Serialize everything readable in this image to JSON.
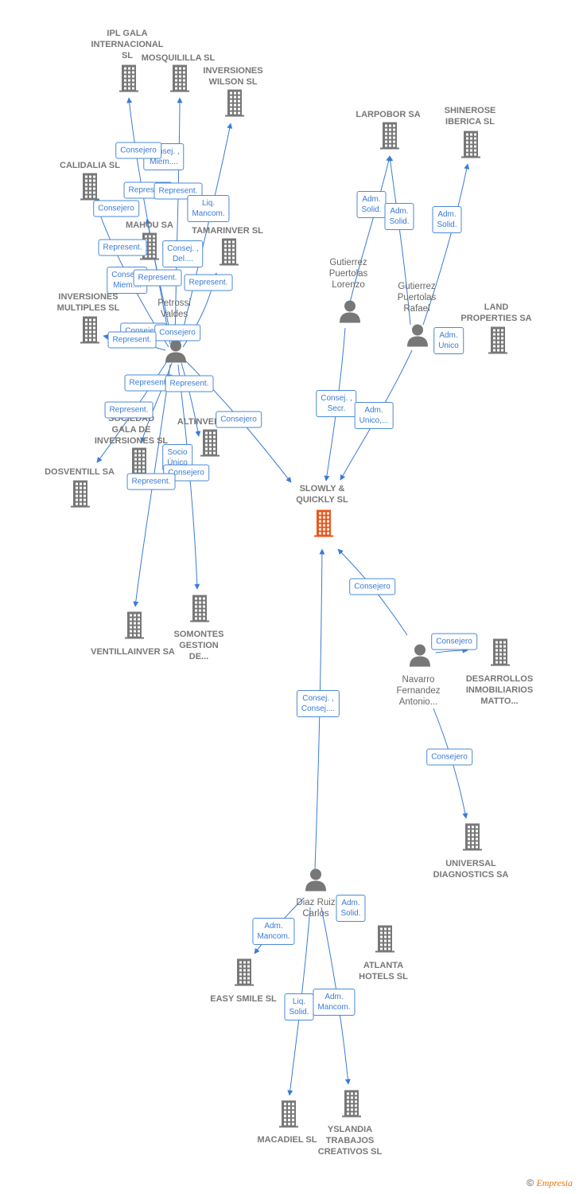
{
  "colors": {
    "edge": "#3a7bd5",
    "company": "#777777",
    "focus_company": "#e8571c",
    "person": "#777777"
  },
  "companies": [
    {
      "id": "ipl",
      "label": "IPL GALA\nINTERNACIONAL\nSL",
      "icon": "building-icon"
    },
    {
      "id": "mosquililla",
      "label": "MOSQUILILLA SL",
      "icon": "building-icon"
    },
    {
      "id": "wilson",
      "label": "INVERSIONES\nWILSON  SL",
      "icon": "building-icon"
    },
    {
      "id": "calidalia",
      "label": "CALIDALIA SL",
      "icon": "building-icon"
    },
    {
      "id": "mahou",
      "label": "MAHOU SA",
      "icon": "building-icon"
    },
    {
      "id": "tamarinver",
      "label": "TAMARINVER SL",
      "icon": "building-icon"
    },
    {
      "id": "inv_multiples",
      "label": "INVERSIONES\nMULTIPLES SL",
      "icon": "building-icon"
    },
    {
      "id": "sociedad_gala",
      "label": "SOCIEDAD\nGALA DE\nINVERSIONES SL",
      "icon": "building-icon"
    },
    {
      "id": "altinver",
      "label": "ALTINVER",
      "icon": "building-icon"
    },
    {
      "id": "dosventill",
      "label": "DOSVENTILL SA",
      "icon": "building-icon"
    },
    {
      "id": "ventillainver",
      "label": "VENTILLAINVER SA",
      "icon": "building-icon"
    },
    {
      "id": "somontes",
      "label": "SOMONTES\nGESTION\nDE...",
      "icon": "building-icon"
    },
    {
      "id": "larpobor",
      "label": "LARPOBOR SA",
      "icon": "building-icon"
    },
    {
      "id": "shinerose",
      "label": "SHINEROSE\nIBERICA SL",
      "icon": "building-icon"
    },
    {
      "id": "land",
      "label": "LAND\nPROPERTIES SA",
      "icon": "building-icon"
    },
    {
      "id": "slowly",
      "label": "SLOWLY &\nQUICKLY  SL",
      "icon": "building-icon",
      "focus": true
    },
    {
      "id": "desarrollos",
      "label": "DESARROLLOS\nINMOBILIARIOS\nMATTO...",
      "icon": "building-icon"
    },
    {
      "id": "universal",
      "label": "UNIVERSAL\nDIAGNOSTICS SA",
      "icon": "building-icon"
    },
    {
      "id": "atlanta",
      "label": "ATLANTA\nHOTELS  SL",
      "icon": "building-icon"
    },
    {
      "id": "easysmile",
      "label": "EASY SMILE SL",
      "icon": "building-icon"
    },
    {
      "id": "macadiel",
      "label": "MACADIEL SL",
      "icon": "building-icon"
    },
    {
      "id": "yslandia",
      "label": "YSLANDIA\nTRABAJOS\nCREATIVOS  SL",
      "icon": "building-icon"
    }
  ],
  "persons": [
    {
      "id": "petrossi",
      "label": "Petrossi\nValdes",
      "icon": "person-icon"
    },
    {
      "id": "lorenzo",
      "label": "Gutierrez\nPuertolas\nLorenzo",
      "icon": "person-icon"
    },
    {
      "id": "rafael",
      "label": "Gutierrez\nPuertolas\nRafael",
      "icon": "person-icon"
    },
    {
      "id": "navarro",
      "label": "Navarro\nFernandez\nAntonio...",
      "icon": "person-icon"
    },
    {
      "id": "diaz",
      "label": "Diaz Ruiz\nCarlos",
      "icon": "person-icon"
    }
  ],
  "edges": [
    {
      "from": "petrossi",
      "to": "ipl"
    },
    {
      "from": "petrossi",
      "to": "mosquililla"
    },
    {
      "from": "petrossi",
      "to": "wilson"
    },
    {
      "from": "petrossi",
      "to": "calidalia"
    },
    {
      "from": "petrossi",
      "to": "mahou"
    },
    {
      "from": "petrossi",
      "to": "tamarinver"
    },
    {
      "from": "petrossi",
      "to": "inv_multiples"
    },
    {
      "from": "petrossi",
      "to": "sociedad_gala"
    },
    {
      "from": "petrossi",
      "to": "altinver"
    },
    {
      "from": "petrossi",
      "to": "dosventill"
    },
    {
      "from": "petrossi",
      "to": "ventillainver"
    },
    {
      "from": "petrossi",
      "to": "somontes"
    },
    {
      "from": "petrossi",
      "to": "slowly"
    },
    {
      "from": "lorenzo",
      "to": "larpobor"
    },
    {
      "from": "lorenzo",
      "to": "slowly"
    },
    {
      "from": "rafael",
      "to": "larpobor"
    },
    {
      "from": "rafael",
      "to": "shinerose"
    },
    {
      "from": "rafael",
      "to": "slowly"
    },
    {
      "from": "navarro",
      "to": "slowly"
    },
    {
      "from": "navarro",
      "to": "desarrollos"
    },
    {
      "from": "navarro",
      "to": "universal"
    },
    {
      "from": "diaz",
      "to": "slowly"
    },
    {
      "from": "diaz",
      "to": "easysmile"
    },
    {
      "from": "diaz",
      "to": "macadiel"
    },
    {
      "from": "diaz",
      "to": "yslandia"
    }
  ],
  "badges": [
    {
      "id": "b01",
      "text": "Consej. ,\nMiem...."
    },
    {
      "id": "b02",
      "text": "Consejero"
    },
    {
      "id": "b03",
      "text": "Represent."
    },
    {
      "id": "b04",
      "text": "Represent."
    },
    {
      "id": "b05",
      "text": "Consejero"
    },
    {
      "id": "b06",
      "text": "Liq.\nMancom."
    },
    {
      "id": "b07",
      "text": "Represent."
    },
    {
      "id": "b08",
      "text": "Consej. ,\nDel...."
    },
    {
      "id": "b09",
      "text": "Consej. ,\nMiem...."
    },
    {
      "id": "b10",
      "text": "Represent."
    },
    {
      "id": "b11",
      "text": "Represent."
    },
    {
      "id": "b12",
      "text": "Consejero"
    },
    {
      "id": "b13",
      "text": "Consejero"
    },
    {
      "id": "b14",
      "text": "Represent."
    },
    {
      "id": "b15",
      "text": "Represent."
    },
    {
      "id": "b16",
      "text": "Represent."
    },
    {
      "id": "b17",
      "text": "Represent."
    },
    {
      "id": "b18",
      "text": "Consejero"
    },
    {
      "id": "b19",
      "text": "Socio\nÚnico"
    },
    {
      "id": "b20",
      "text": "Consejero"
    },
    {
      "id": "b21",
      "text": "Represent."
    },
    {
      "id": "b22",
      "text": "Adm.\nSolid."
    },
    {
      "id": "b23",
      "text": "Adm.\nSolid."
    },
    {
      "id": "b24",
      "text": "Adm.\nSolid."
    },
    {
      "id": "b25",
      "text": "Adm.\nUnico"
    },
    {
      "id": "b26",
      "text": "Consej. ,\nSecr."
    },
    {
      "id": "b27",
      "text": "Adm.\nUnico,..."
    },
    {
      "id": "b28",
      "text": "Consejero"
    },
    {
      "id": "b29",
      "text": "Consejero"
    },
    {
      "id": "b30",
      "text": "Consejero"
    },
    {
      "id": "b31",
      "text": "Consej. ,\nConsej...."
    },
    {
      "id": "b32",
      "text": "Adm.\nSolid."
    },
    {
      "id": "b33",
      "text": "Adm.\nMancom."
    },
    {
      "id": "b34",
      "text": "Liq.\nSolid."
    },
    {
      "id": "b35",
      "text": "Adm.\nMancom."
    }
  ],
  "copyright": {
    "symbol": "©",
    "brand": "Empresia"
  }
}
